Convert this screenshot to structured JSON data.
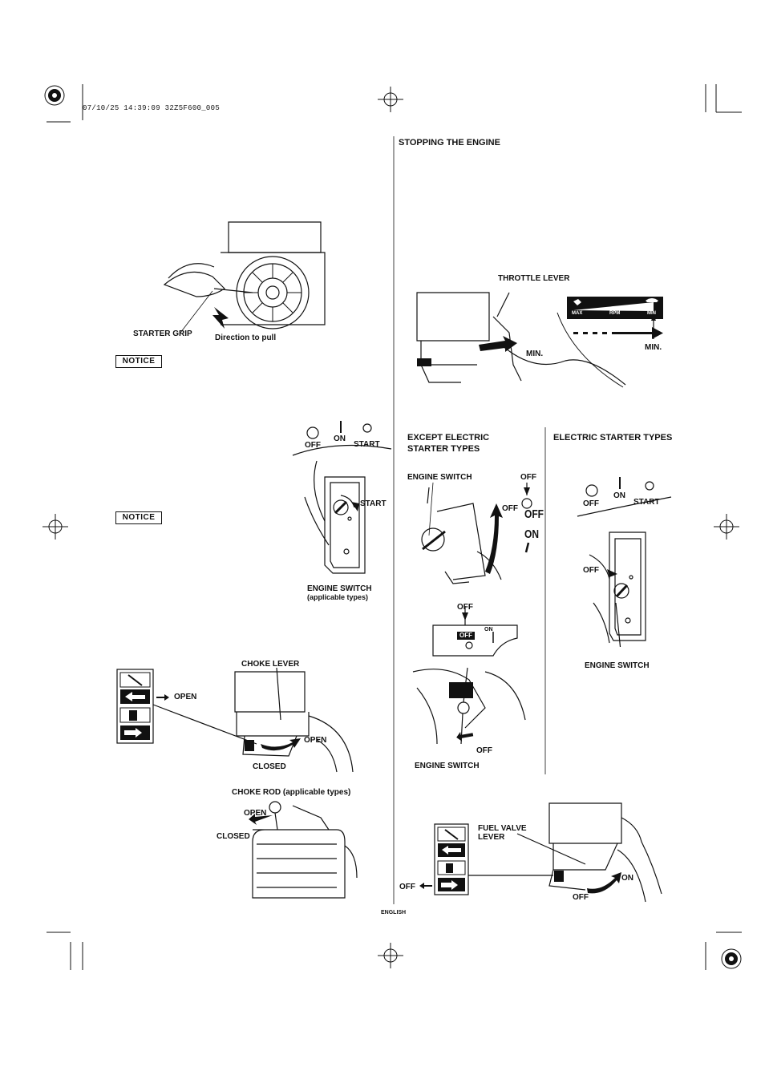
{
  "header": {
    "print_stamp": "07/10/25 14:39:09 32Z5F600_005"
  },
  "left_column": {
    "starter_figure": {
      "starter_grip": "STARTER GRIP",
      "direction_to_pull": "Direction to pull"
    },
    "notice_1": "NOTICE",
    "notice_2": "NOTICE",
    "switch_figure": {
      "off": "OFF",
      "on": "ON",
      "start": "START",
      "start_arrow": "START",
      "engine_switch": "ENGINE SWITCH",
      "applicable": "(applicable types)"
    },
    "choke_figure": {
      "choke_lever": "CHOKE LEVER",
      "open_label": "OPEN",
      "open_arrow": "OPEN",
      "closed": "CLOSED"
    },
    "choke_rod_figure": {
      "choke_rod": "CHOKE ROD (applicable types)",
      "open": "OPEN",
      "closed": "CLOSED"
    }
  },
  "right_column": {
    "section_title": "STOPPING THE ENGINE",
    "throttle_figure": {
      "throttle_lever": "THROTTLE LEVER",
      "min_lever": "MIN.",
      "min_scale": "MIN.",
      "scale_max": "MAX",
      "scale_rpm": "RPM",
      "scale_min": "MIN"
    },
    "except_electric": {
      "title_line1": "EXCEPT ELECTRIC",
      "title_line2": "STARTER TYPES",
      "engine_switch": "ENGINE SWITCH",
      "off_top": "OFF",
      "off_arrow": "OFF",
      "off_big": "OFF",
      "on_big": "ON",
      "off_panel": "OFF",
      "panel_off_tag": "OFF",
      "panel_on": "ON",
      "off_bottom": "OFF",
      "engine_switch_bottom": "ENGINE SWITCH"
    },
    "electric_starter": {
      "title": "ELECTRIC STARTER TYPES",
      "off": "OFF",
      "on": "ON",
      "start": "START",
      "off_arrow": "OFF",
      "engine_switch": "ENGINE SWITCH"
    },
    "fuel_figure": {
      "fuel_valve_lever_1": "FUEL VALVE",
      "fuel_valve_lever_2": "LEVER",
      "off_left": "OFF",
      "on": "ON",
      "off_bottom": "OFF"
    }
  },
  "footer": {
    "language": "ENGLISH"
  }
}
